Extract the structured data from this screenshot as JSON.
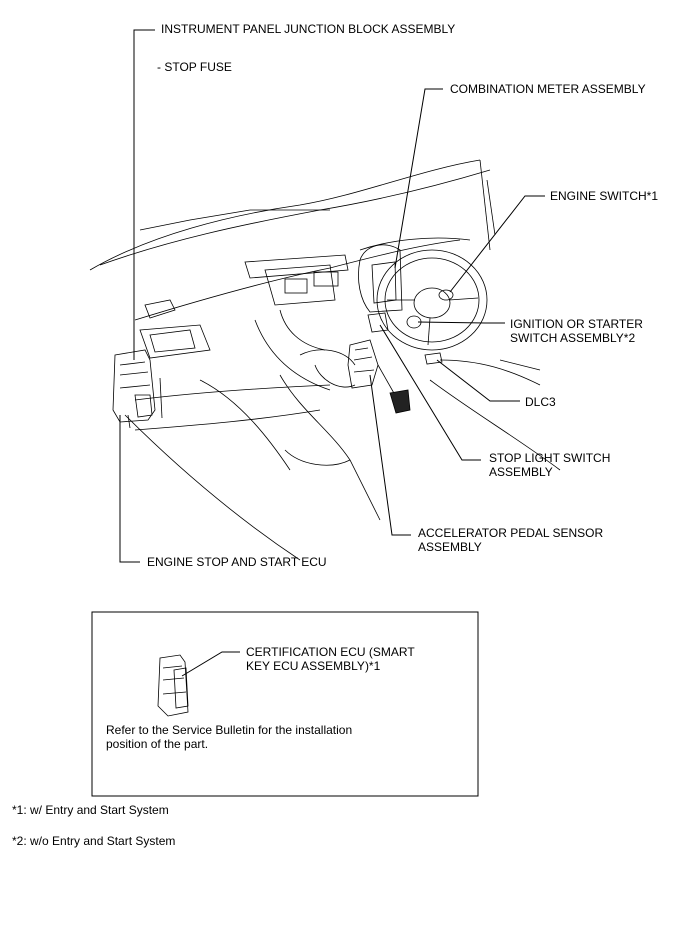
{
  "labels": {
    "instrument_panel_jb": "INSTRUMENT PANEL JUNCTION BLOCK ASSEMBLY",
    "stop_fuse": "- STOP FUSE",
    "combination_meter": "COMBINATION METER ASSEMBLY",
    "engine_switch": "ENGINE SWITCH*1",
    "ignition_switch_line1": "IGNITION OR STARTER",
    "ignition_switch_line2": "SWITCH ASSEMBLY*2",
    "dlc3": "DLC3",
    "stop_light_line1": "STOP LIGHT SWITCH",
    "stop_light_line2": "ASSEMBLY",
    "accelerator_line1": "ACCELERATOR PEDAL SENSOR",
    "accelerator_line2": "ASSEMBLY",
    "engine_stop_start_ecu": "ENGINE STOP AND START ECU"
  },
  "inset": {
    "cert_ecu_line1": "CERTIFICATION ECU (SMART",
    "cert_ecu_line2": "KEY ECU ASSEMBLY)*1",
    "note_line1": "Refer to the Service Bulletin for the installation",
    "note_line2": "position of the part."
  },
  "footnotes": {
    "note1": "*1: w/ Entry and Start System",
    "note2": "*2: w/o Entry and Start System"
  }
}
